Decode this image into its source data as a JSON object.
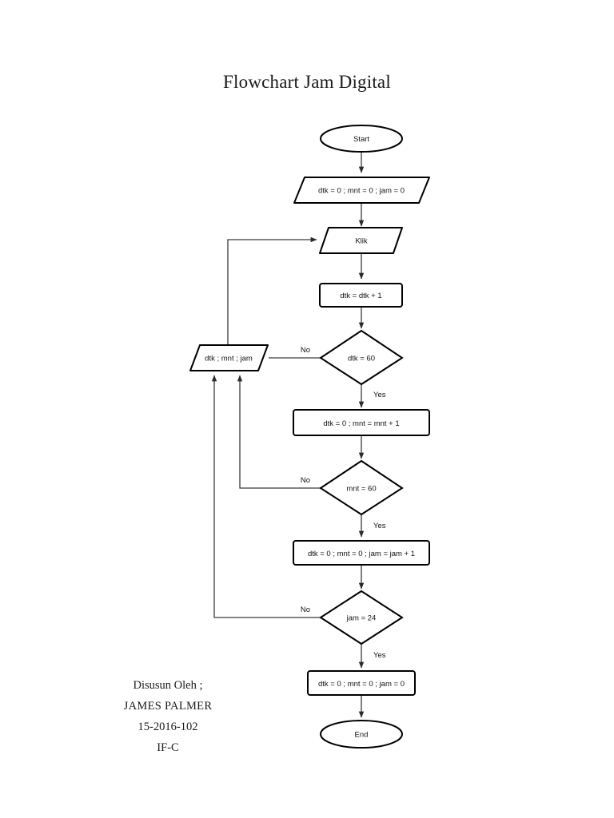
{
  "document": {
    "title": "Flowchart Jam Digital"
  },
  "flowchart": {
    "nodes": [
      {
        "id": "start",
        "type": "terminator",
        "label": "Start"
      },
      {
        "id": "init",
        "type": "input-output",
        "label": "dtk = 0 ; mnt = 0 ; jam = 0"
      },
      {
        "id": "klik",
        "type": "input-output",
        "label": "Klik"
      },
      {
        "id": "incdtk",
        "type": "process",
        "label": "dtk = dtk + 1"
      },
      {
        "id": "output",
        "type": "input-output",
        "label": "dtk ; mnt ; jam"
      },
      {
        "id": "dtk60",
        "type": "decision",
        "label": "dtk = 60"
      },
      {
        "id": "resetdtk",
        "type": "process",
        "label": "dtk = 0 ; mnt = mnt + 1"
      },
      {
        "id": "mnt60",
        "type": "decision",
        "label": "mnt = 60"
      },
      {
        "id": "resetmnt",
        "type": "process",
        "label": "dtk = 0 ; mnt = 0 ; jam = jam + 1"
      },
      {
        "id": "jam24",
        "type": "decision",
        "label": "jam = 24"
      },
      {
        "id": "resetall",
        "type": "process",
        "label": "dtk = 0 ; mnt = 0 ; jam = 0"
      },
      {
        "id": "end",
        "type": "terminator",
        "label": "End"
      }
    ],
    "edge_labels": {
      "dtk60_no": "No",
      "dtk60_yes": "Yes",
      "mnt60_no": "No",
      "mnt60_yes": "Yes",
      "jam24_no": "No",
      "jam24_yes": "Yes"
    }
  },
  "footer": {
    "prepared_by_label": "Disusun Oleh ;",
    "name": "JAMES PALMER",
    "student_id": "15-2016-102",
    "class": "IF-C"
  }
}
